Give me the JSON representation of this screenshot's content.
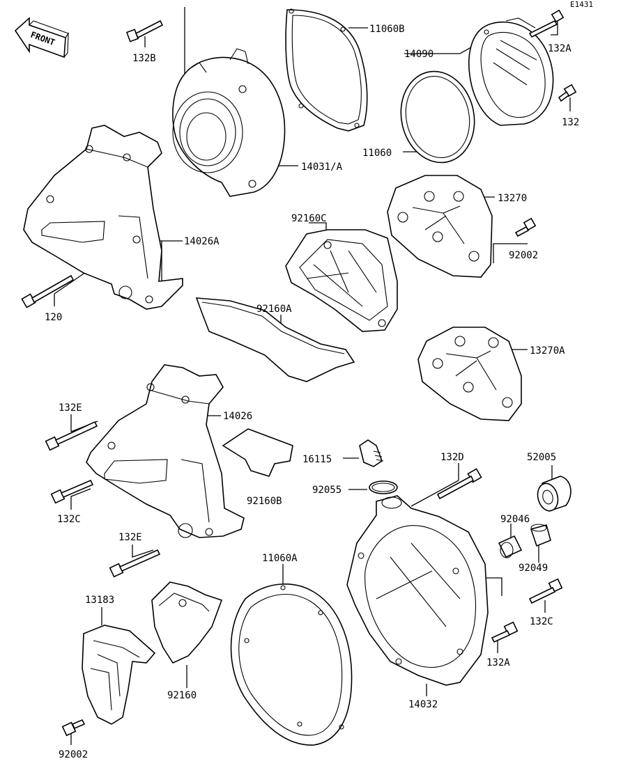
{
  "diagram_code": "E1431",
  "front_label": "FRONT",
  "labels": {
    "p132B": "132B",
    "p11060B": "11060B",
    "p14090": "14090",
    "p132A_top": "132A",
    "p132": "132",
    "p11060": "11060",
    "p14031A": "14031/A",
    "p13270": "13270",
    "p92160C": "92160C",
    "p14026A": "14026A",
    "p92002_right": "92002",
    "p120": "120",
    "p92160A": "92160A",
    "p13270A": "13270A",
    "p132E_top": "132E",
    "p14026": "14026",
    "p16115": "16115",
    "p132D": "132D",
    "p52005": "52005",
    "p92055": "92055",
    "p132C_left": "132C",
    "p92160B": "92160B",
    "p92046": "92046",
    "p132E_bottom": "132E",
    "p92049": "92049",
    "p11060A": "11060A",
    "p13183": "13183",
    "p132C_right": "132C",
    "p132A_bottom": "132A",
    "p92160": "92160",
    "p14032": "14032",
    "p92002_bottom": "92002"
  }
}
